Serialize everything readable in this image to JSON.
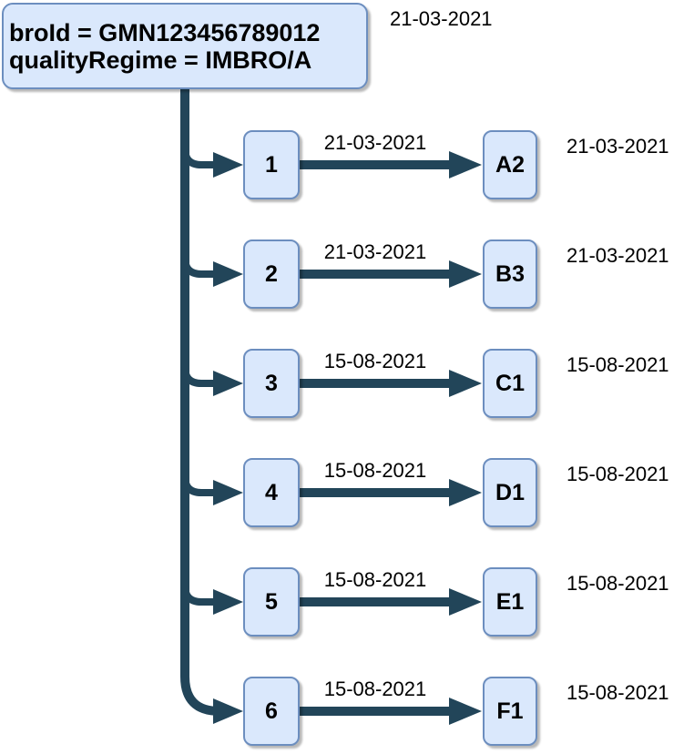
{
  "root": {
    "line1": "broId = GMN123456789012",
    "line2": "qualityRegime = IMBRO/A",
    "date": "21-03-2021"
  },
  "rows": [
    {
      "id": "1",
      "edge_date": "21-03-2021",
      "target": "A2",
      "date": "21-03-2021"
    },
    {
      "id": "2",
      "edge_date": "21-03-2021",
      "target": "B3",
      "date": "21-03-2021"
    },
    {
      "id": "3",
      "edge_date": "15-08-2021",
      "target": "C1",
      "date": "15-08-2021"
    },
    {
      "id": "4",
      "edge_date": "15-08-2021",
      "target": "D1",
      "date": "15-08-2021"
    },
    {
      "id": "5",
      "edge_date": "15-08-2021",
      "target": "E1",
      "date": "15-08-2021"
    },
    {
      "id": "6",
      "edge_date": "15-08-2021",
      "target": "F1",
      "date": "15-08-2021"
    }
  ],
  "colors": {
    "node_fill": "#dae8fc",
    "node_border": "#6c8ebf",
    "connector": "#224559",
    "text": "#000000"
  }
}
